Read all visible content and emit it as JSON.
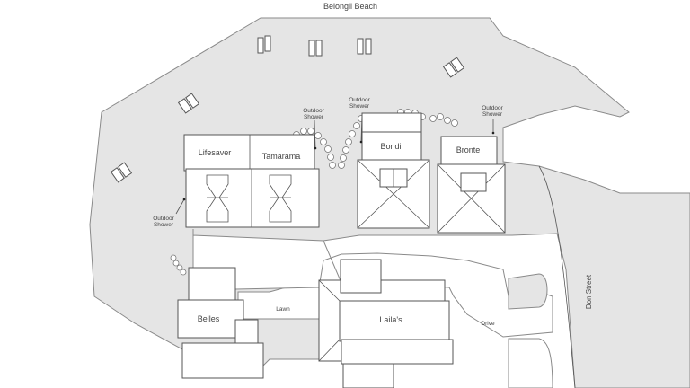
{
  "map": {
    "beach_label": "Belongil Beach",
    "street_label": "Don Street",
    "lawn_label": "Lawn",
    "drive_label": "Drive",
    "shower_line1": "Outdoor",
    "shower_line2": "Shower",
    "buildings": {
      "lifesaver": "Lifesaver",
      "tamarama": "Tamarama",
      "bondi": "Bondi",
      "bronte": "Bronte",
      "belles": "Belles",
      "lailas": "Laila's"
    }
  }
}
